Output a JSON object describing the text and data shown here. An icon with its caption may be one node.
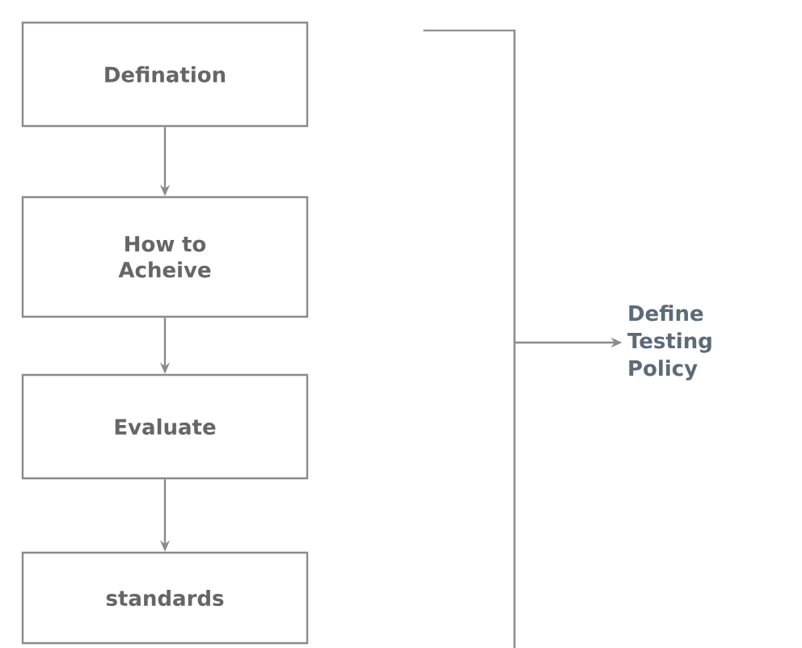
{
  "diagram": {
    "nodes": [
      {
        "text": [
          "Defination"
        ]
      },
      {
        "text": [
          "How to Acheive"
        ]
      },
      {
        "text": [
          "Evaluate"
        ]
      },
      {
        "text": [
          "standards"
        ]
      },
      {
        "text": [],
        "shape": "bracket"
      },
      {
        "text": [
          "Define Testing Policy"
        ]
      }
    ],
    "edges": [
      {
        "from": 0,
        "to": 1,
        "arrow": "to"
      },
      {
        "from": 1,
        "to": 2,
        "arrow": "to"
      },
      {
        "from": 2,
        "to": 3,
        "arrow": "to"
      },
      {
        "from": 4,
        "to": 5,
        "arrow": "to"
      }
    ]
  }
}
